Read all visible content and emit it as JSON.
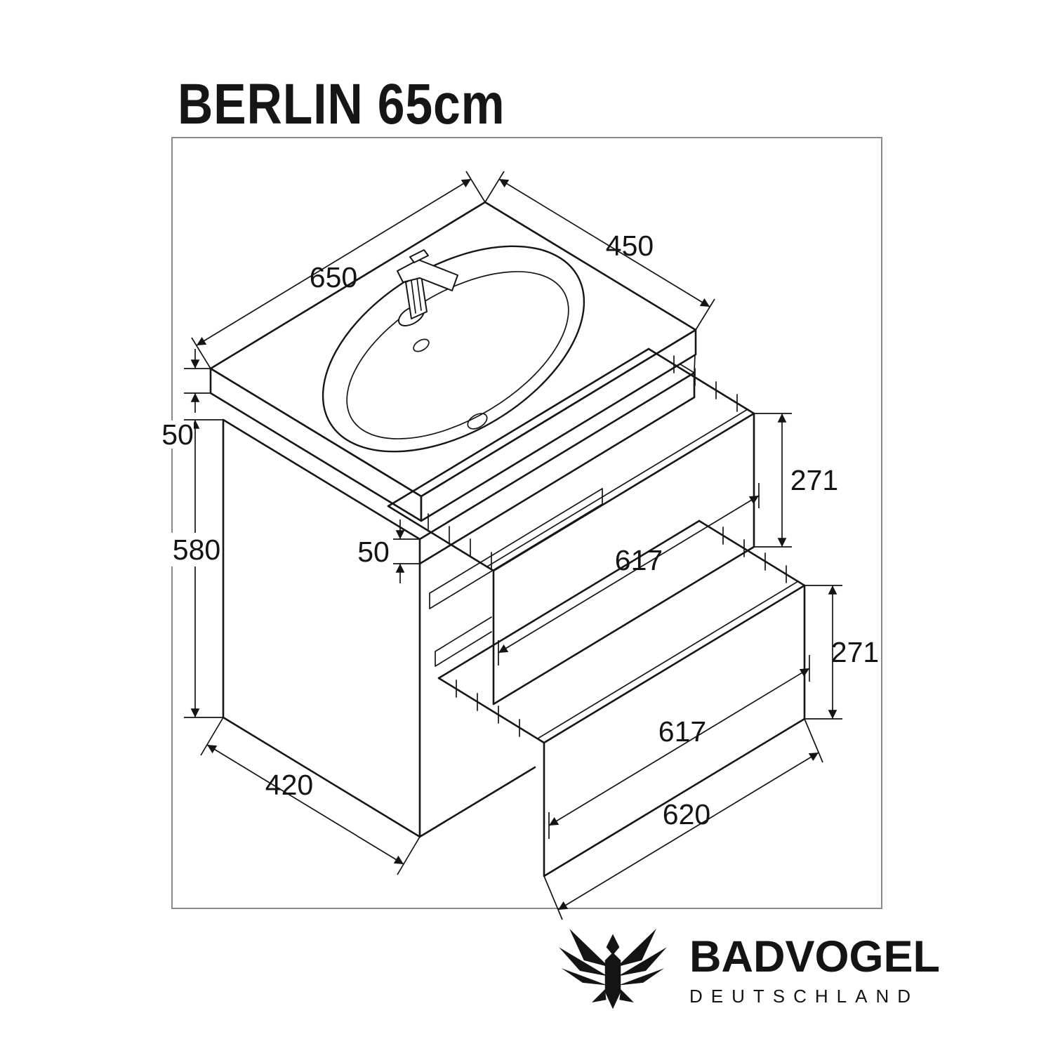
{
  "title": "BERLIN 65cm",
  "drawing": {
    "description": "isometric-technical-drawing-of-bathroom-vanity-with-washbasin-and-two-pulled-out-drawers",
    "colors": {
      "line": "#161616",
      "frame": "#8a8a8a",
      "background": "#ffffff"
    },
    "dimensions": {
      "basin_width": "650",
      "basin_depth": "450",
      "basin_thickness": "50",
      "cabinet_height": "580",
      "apron_height": "50",
      "top_drawer_height": "271",
      "top_drawer_width": "617",
      "bottom_drawer_height": "271",
      "bottom_drawer_width": "617",
      "cabinet_depth": "420",
      "bottom_width": "620"
    }
  },
  "brand": {
    "name": "BADVOGEL",
    "country": "DEUTSCHLAND",
    "logo_icon": "badvogel-bird-logo",
    "text_color": "#141414"
  }
}
